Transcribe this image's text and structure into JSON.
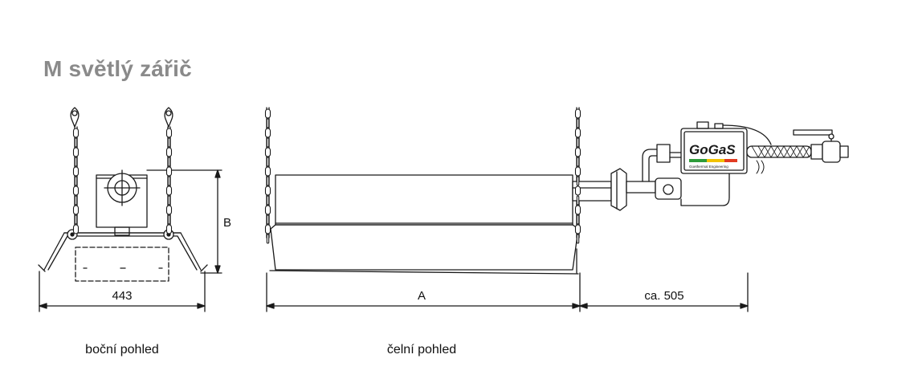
{
  "title": "M světlý zářič",
  "side_view": {
    "caption": "boční pohled",
    "width_dim": "443",
    "height_dim": "B"
  },
  "front_view": {
    "caption": "čelní pohled",
    "length_dim": "A",
    "extension_dim": "ca. 505"
  },
  "logo": {
    "text": "GoGaS",
    "subtitle": "Goethermal Engineering",
    "colors": [
      "#2e9b3a",
      "#f2c200",
      "#e23b22"
    ]
  },
  "colors": {
    "line": "#1a1a1a",
    "title": "#8a8a8a"
  }
}
